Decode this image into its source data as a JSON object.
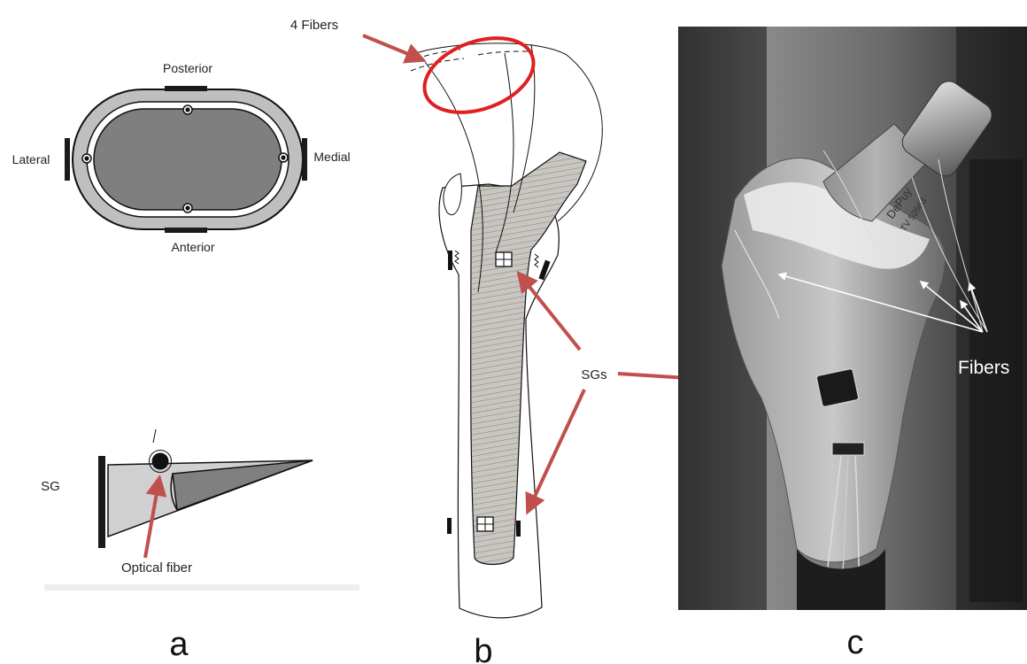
{
  "panel_a": {
    "label": "a",
    "cross_section": {
      "posterior": "Posterior",
      "anterior": "Anterior",
      "lateral": "Lateral",
      "medial": "Medial"
    },
    "sg_detail": {
      "sg": "SG",
      "optical_fiber": "Optical fiber"
    }
  },
  "panel_b": {
    "label": "b",
    "fibers": "4 Fibers",
    "sgs": "SGs"
  },
  "panel_c": {
    "label": "c",
    "fibers": "Fibers",
    "implant_text": "DePuy",
    "implant_code": "TV 52663"
  },
  "colors": {
    "arrow": "#c0504d",
    "ellipse": "#e02020",
    "band_fill": "#bfbfbf",
    "cavity_fill": "#7f7f7f"
  }
}
